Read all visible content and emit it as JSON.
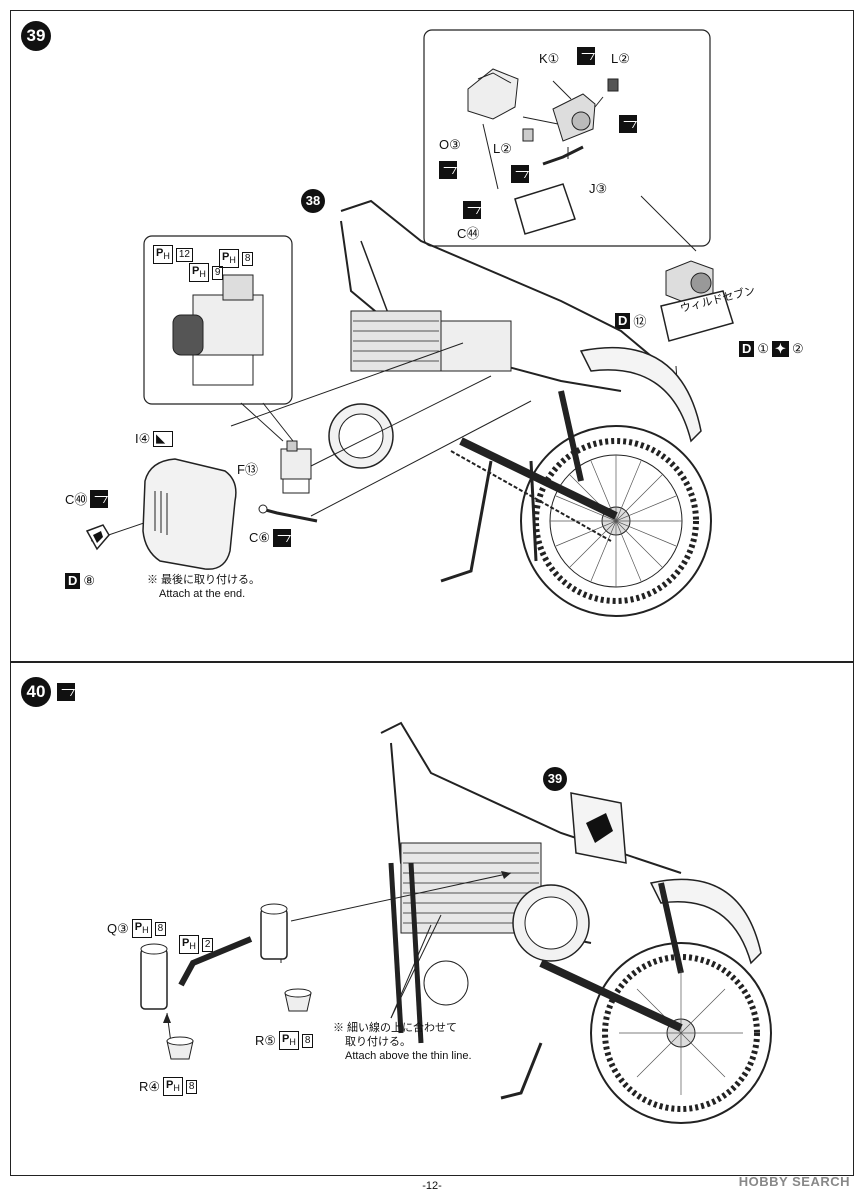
{
  "step39": {
    "number": "39",
    "ref_step": "38",
    "parts": {
      "K1": "K①",
      "L2_top": "L②",
      "L2_left": "L②",
      "O3": "O③",
      "J3": "J③",
      "C44": "C㊹",
      "I4": "I④",
      "C40": "C㊵",
      "F13": "F⑬",
      "C6": "C⑥",
      "D8_num": "⑧",
      "D_letter": "D",
      "D12_num": "⑫",
      "D1_num": "①",
      "D2_num": "②"
    },
    "paint_codes": {
      "ph12": "12",
      "ph9": "9",
      "ph8": "8",
      "p": "P",
      "h": "H"
    },
    "note_ja": "※ 最後に取り付ける。",
    "note_en": "Attach at the end.",
    "plate_text": "ウィルドセブン"
  },
  "step40": {
    "number": "40",
    "ref_step": "39",
    "parts": {
      "Q3": "Q③",
      "R5": "R⑤",
      "R4": "R④"
    },
    "paint_codes": {
      "ph8": "8",
      "ph2": "2"
    },
    "note_ja_1": "※ 細い線の上に合わせて",
    "note_ja_2": "取り付ける。",
    "note_en": "Attach above the thin line."
  },
  "page_number": "-12-",
  "watermark": "HOBBY SEARCH"
}
